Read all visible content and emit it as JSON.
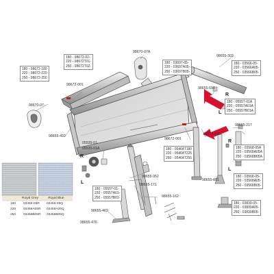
{
  "parts": {
    "p_98672_001_top": "98672-001",
    "p_98670_07A": "98670-07A",
    "p_98655_303": "98655-303",
    "p_98670_07": "98670-07-",
    "p_98655_492": "98655-492",
    "p_98655_691_top": "98655-691",
    "p_98655_217": "98655-217",
    "p_05535_01": "05535-01-",
    "p_05535_01A": "05535-01A",
    "p_98672_001_mid": "98672-001",
    "p_98655_690": "98655-690",
    "p_98655_691_bot": "98655-691",
    "p_98655_952": "98655-952",
    "p_98655_171": "98655-171",
    "p_98655_162": "98655-162",
    "p_98655_463": "98655-463",
    "p_98655_476": "98655-476"
  },
  "code_boxes": {
    "box_top_left": "180 - 98672-180\n220 - 98672-220\n250 - 98672-250",
    "box_top_center": "180 - 98672-02-\n220 - 98672T01-\n250 - 98672T02-",
    "box_top_right1": "180 - 03697-05-\n220 - 03697A05-\n250 - 03697B05-",
    "box_right_top": "180 - 03566-05-\n220 - 03566A05-\n250 - 03566B05-",
    "box_right_mid": "180 - 05557-01A\n220 - 05557A01A\n250 - 05557B01A",
    "box_center_mid": "180 - 05464T180\n220 - 05464T225\n250 - 05464T255",
    "box_right_lower1": "180 - 03568-05A\n220 - 03568A05A\n250 - 03568B05A",
    "box_right_lower2": "180 - 03568-05-\n220 - 03568A05-\n250 - 03568B05-",
    "box_center_lower": "180 - 05557-01-\n220 - 05557A01-\n250 - 05557B01-",
    "box_bottom_right": "180 - 03839-05-\n220 - 03839A05-\n250 - 03839B05-"
  },
  "letters": {
    "r1": "R",
    "l1": "L",
    "r2": "R",
    "l2": "L",
    "r3": "R",
    "l3": "L"
  },
  "swatches": {
    "headers": [
      "Royal Grey",
      "Royal Blue"
    ],
    "rows": [
      {
        "size": "180",
        "grey": "03459-05R",
        "blue": "03459-05Q"
      },
      {
        "size": "220",
        "grey": "03459A05R",
        "blue": "03459A05Q"
      },
      {
        "size": "250",
        "grey": "03459B05R",
        "blue": "03459B05Q"
      }
    ]
  },
  "colors": {
    "line": "#555555",
    "fabric": "#d9d9d9",
    "arrow": "#d8102e",
    "grey_swatch": "#c6c9cc",
    "blue_swatch": "#c3cfdc",
    "header_band": "#efe9d6"
  }
}
